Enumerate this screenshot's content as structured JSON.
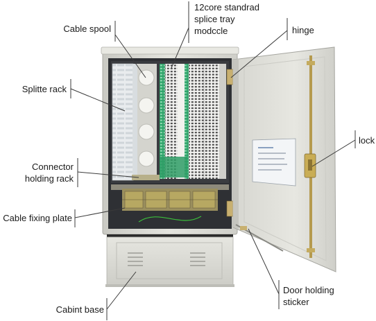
{
  "labels": {
    "cable_spool": "Cable spool",
    "splice_tray": [
      "12core standrad",
      "splice tray",
      "modccle"
    ],
    "hinge": "hinge",
    "splitte_rack": "Splitte rack",
    "connector": [
      "Connector",
      "holding rack"
    ],
    "lock": "lock",
    "cable_fixing_plate": "Cable fixing plate",
    "cabint_base": "Cabint base",
    "door_sticker": [
      "Door holding",
      "sticker"
    ]
  },
  "colors": {
    "cabinet_body": "#dcdcd6",
    "cabinet_interior": "#2e3034",
    "module_green": "#2fa36a",
    "door_panel": "#e2e2dc",
    "brass": "#b59a4e",
    "leader_line": "#3a3a3a"
  }
}
